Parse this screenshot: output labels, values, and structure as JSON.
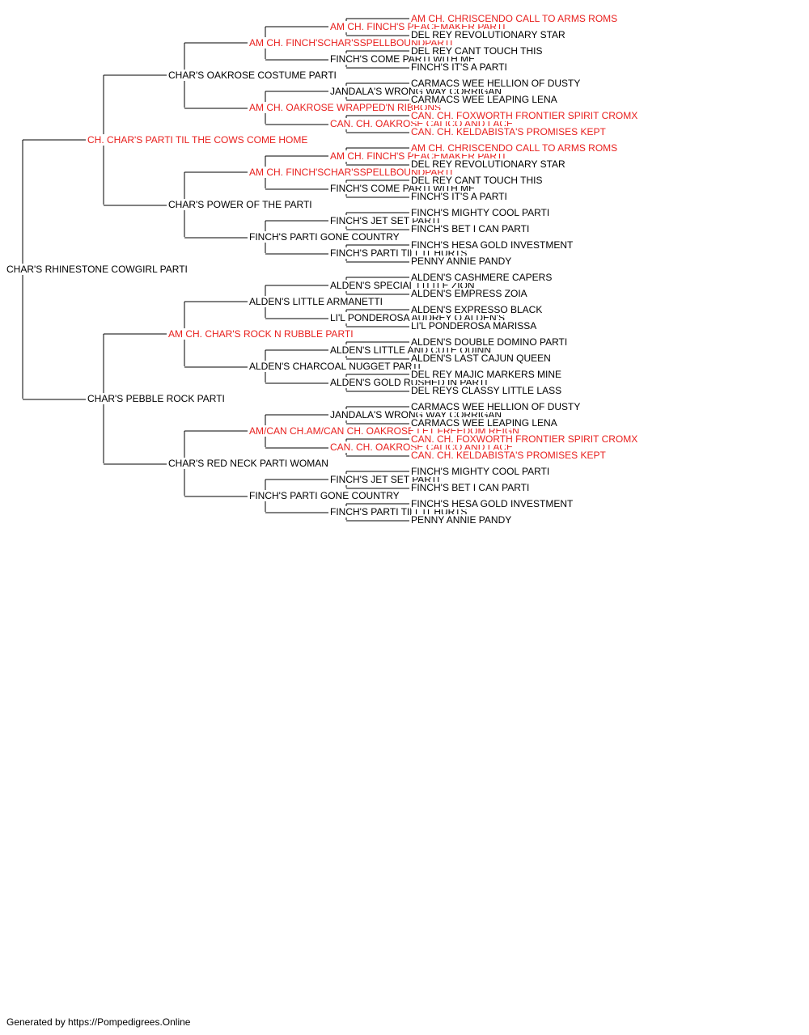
{
  "colors": {
    "champion": "#e8201e",
    "normal": "#000000",
    "line": "#000000"
  },
  "pedigree": {
    "name": "CHAR'S RHINESTONE COWGIRL PARTI",
    "champion": false,
    "sire": {
      "name": "CH. CHAR'S PARTI TIL THE COWS COME HOME",
      "champion": true,
      "sire": {
        "name": "CHAR'S OAKROSE COSTUME PARTI",
        "champion": false,
        "sire": {
          "name": "AM CH. FINCH'SCHAR'SSPELLBOUNDPARTI",
          "champion": true,
          "sire": {
            "name": "AM CH. FINCH'S PEACEMAKER PARTI",
            "champion": true,
            "sire": {
              "name": "AM CH. CHRISCENDO CALL TO ARMS ROMS",
              "champion": true
            },
            "dam": {
              "name": "DEL REY REVOLUTIONARY STAR",
              "champion": false
            }
          },
          "dam": {
            "name": "FINCH'S COME PARTI WITH ME",
            "champion": false,
            "sire": {
              "name": "DEL REY CANT TOUCH THIS",
              "champion": false
            },
            "dam": {
              "name": "FINCH'S IT'S A PARTI",
              "champion": false
            }
          }
        },
        "dam": {
          "name": "AM CH. OAKROSE WRAPPED'N RIBBONS",
          "champion": true,
          "sire": {
            "name": "JANDALA'S WRONG WAY CORRIGAN",
            "champion": false,
            "sire": {
              "name": "CARMACS WEE HELLION OF DUSTY",
              "champion": false
            },
            "dam": {
              "name": "CARMACS WEE LEAPING LENA",
              "champion": false
            }
          },
          "dam": {
            "name": "CAN. CH. OAKROSE CALICO AND LACE",
            "champion": true,
            "sire": {
              "name": "CAN. CH. FOXWORTH FRONTIER SPIRIT CROMX",
              "champion": true
            },
            "dam": {
              "name": "CAN. CH. KELDABISTA'S PROMISES KEPT",
              "champion": true
            }
          }
        }
      },
      "dam": {
        "name": "CHAR'S POWER OF THE PARTI",
        "champion": false,
        "sire": {
          "name": "AM CH. FINCH'SCHAR'SSPELLBOUNDPARTI",
          "champion": true,
          "sire": {
            "name": "AM CH. FINCH'S PEACEMAKER PARTI",
            "champion": true,
            "sire": {
              "name": "AM CH. CHRISCENDO CALL TO ARMS ROMS",
              "champion": true
            },
            "dam": {
              "name": "DEL REY REVOLUTIONARY STAR",
              "champion": false
            }
          },
          "dam": {
            "name": "FINCH'S COME PARTI WITH ME",
            "champion": false,
            "sire": {
              "name": "DEL REY CANT TOUCH THIS",
              "champion": false
            },
            "dam": {
              "name": "FINCH'S IT'S A PARTI",
              "champion": false
            }
          }
        },
        "dam": {
          "name": "FINCH'S PARTI GONE COUNTRY",
          "champion": false,
          "sire": {
            "name": "FINCH'S JET SET PARTI",
            "champion": false,
            "sire": {
              "name": "FINCH'S MIGHTY COOL PARTI",
              "champion": false
            },
            "dam": {
              "name": "FINCH'S BET I CAN PARTI",
              "champion": false
            }
          },
          "dam": {
            "name": "FINCH'S PARTI TILL IT HURTS",
            "champion": false,
            "sire": {
              "name": "FINCH'S HESA GOLD INVESTMENT",
              "champion": false
            },
            "dam": {
              "name": "PENNY ANNIE PANDY",
              "champion": false
            }
          }
        }
      }
    },
    "dam": {
      "name": "CHAR'S PEBBLE ROCK PARTI",
      "champion": false,
      "sire": {
        "name": "AM CH. CHAR'S ROCK N RUBBLE PARTI",
        "champion": true,
        "sire": {
          "name": "ALDEN'S LITTLE ARMANETTI",
          "champion": false,
          "sire": {
            "name": "ALDEN'S SPECIAL LITTLE ZION",
            "champion": false,
            "sire": {
              "name": "ALDEN'S CASHMERE CAPERS",
              "champion": false
            },
            "dam": {
              "name": "ALDEN'S EMPRESS ZOIA",
              "champion": false
            }
          },
          "dam": {
            "name": "LI'L PONDEROSA AUDREY O ALDEN'S",
            "champion": false,
            "sire": {
              "name": "ALDEN'S EXPRESSO BLACK",
              "champion": false
            },
            "dam": {
              "name": "LI'L PONDEROSA MARISSA",
              "champion": false
            }
          }
        },
        "dam": {
          "name": "ALDEN'S CHARCOAL NUGGET PARTI",
          "champion": false,
          "sire": {
            "name": "ALDEN'S LITTLE AND CUTE QUINN",
            "champion": false,
            "sire": {
              "name": "ALDEN'S DOUBLE DOMINO PARTI",
              "champion": false
            },
            "dam": {
              "name": "ALDEN'S LAST CAJUN QUEEN",
              "champion": false
            }
          },
          "dam": {
            "name": "ALDEN'S GOLD RUSHED IN PARTI",
            "champion": false,
            "sire": {
              "name": "DEL REY MAJIC MARKERS MINE",
              "champion": false
            },
            "dam": {
              "name": "DEL REYS CLASSY LITTLE LASS",
              "champion": false
            }
          }
        }
      },
      "dam": {
        "name": "CHAR'S RED NECK PARTI WOMAN",
        "champion": false,
        "sire": {
          "name": "AM/CAN CH.AM/CAN CH. OAKROSE LET FREEDOM REIGN",
          "champion": true,
          "sire": {
            "name": "JANDALA'S WRONG WAY CORRIGAN",
            "champion": false,
            "sire": {
              "name": "CARMACS WEE HELLION OF DUSTY",
              "champion": false
            },
            "dam": {
              "name": "CARMACS WEE LEAPING LENA",
              "champion": false
            }
          },
          "dam": {
            "name": "CAN. CH. OAKROSE CALICO AND LACE",
            "champion": true,
            "sire": {
              "name": "CAN. CH. FOXWORTH FRONTIER SPIRIT CROMX",
              "champion": true
            },
            "dam": {
              "name": "CAN. CH. KELDABISTA'S PROMISES KEPT",
              "champion": true
            }
          }
        },
        "dam": {
          "name": "FINCH'S PARTI GONE COUNTRY",
          "champion": false,
          "sire": {
            "name": "FINCH'S JET SET PARTI",
            "champion": false,
            "sire": {
              "name": "FINCH'S MIGHTY COOL PARTI",
              "champion": false
            },
            "dam": {
              "name": "FINCH'S BET I CAN PARTI",
              "champion": false
            }
          },
          "dam": {
            "name": "FINCH'S PARTI TILL IT HURTS",
            "champion": false,
            "sire": {
              "name": "FINCH'S HESA GOLD INVESTMENT",
              "champion": false
            },
            "dam": {
              "name": "PENNY ANNIE PANDY",
              "champion": false
            }
          }
        }
      }
    }
  },
  "footer": {
    "text": "Generated by https://Pompedigrees.Online"
  }
}
